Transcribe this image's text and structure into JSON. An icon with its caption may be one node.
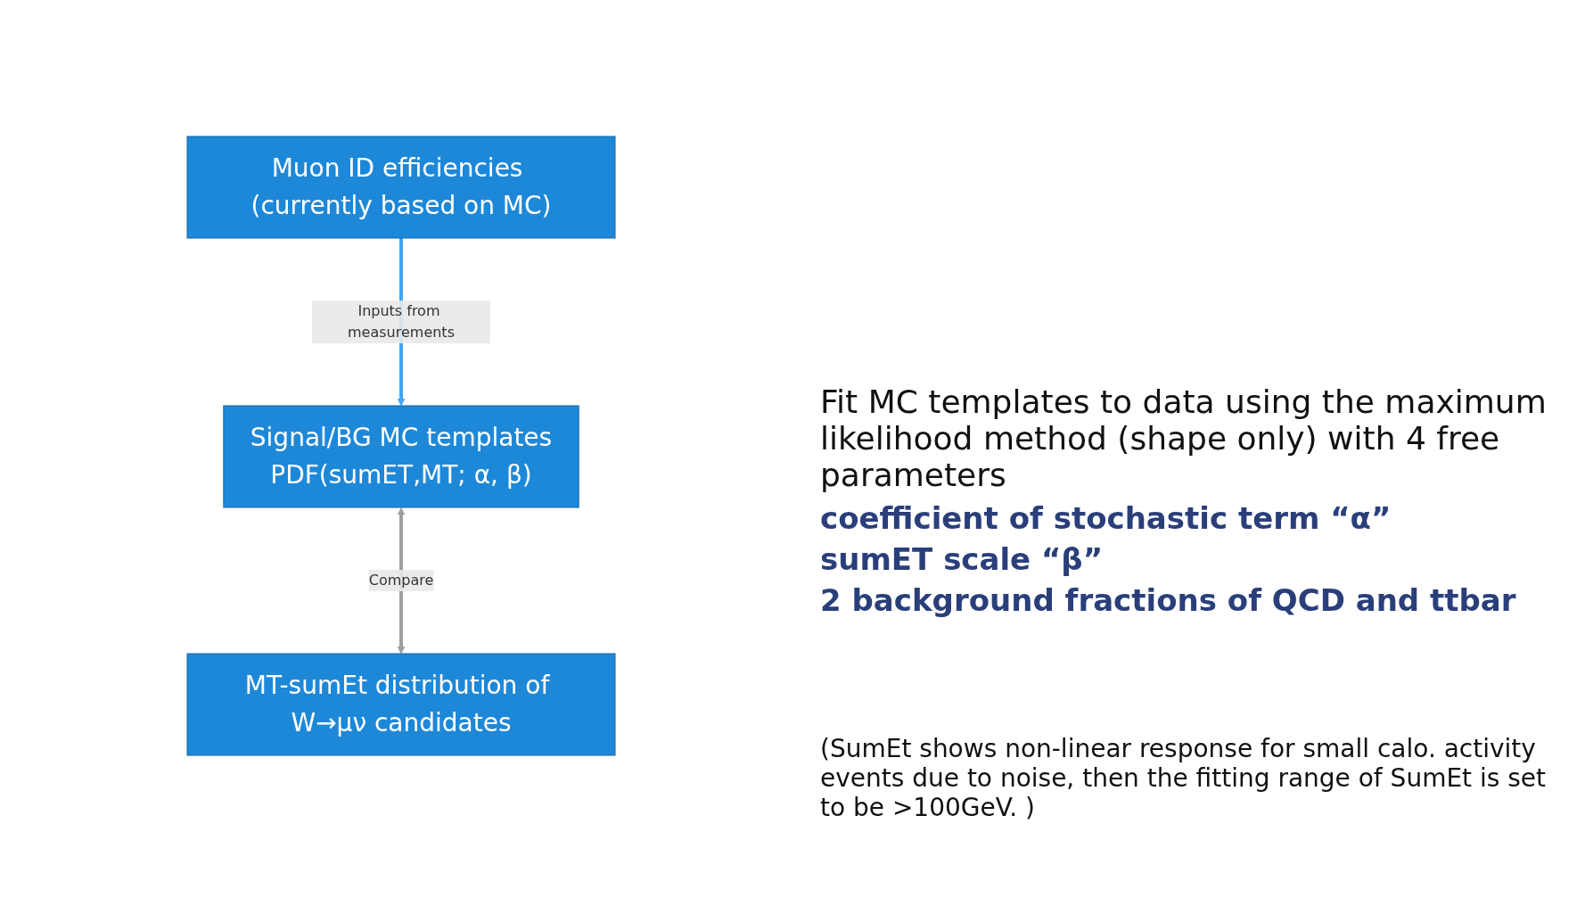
{
  "diagram": {
    "nodes": [
      {
        "text": [
          "Signal/BG MC templates",
          "PDF(sumET,MT; α, β)"
        ]
      },
      {
        "text": [
          "Muon ID efficiencies (currently based on MC)"
        ]
      },
      {
        "text": [
          "MT-sumEt distribution of W→μν candidates"
        ]
      }
    ],
    "edges": [
      {
        "from": 1,
        "to": 0,
        "arrow": "to",
        "label": "Inputs from measurements",
        "color": "#42a5f5"
      },
      {
        "from": 0,
        "to": 2,
        "arrow": "both",
        "label": "Compare",
        "color": "#9e9e9e"
      }
    ],
    "labels": [
      "Fit MC templates to data using the maximum likelihood method (shape only) with 4 free parameters",
      "coefficient of stochastic term “α”",
      "sumET scale “β”",
      "2 background fractions of QCD and ttbar",
      "(SumEt shows non-linear response for small calo. activity events due to noise, then the fitting range of SumEt is set to be >100GeV. )"
    ]
  }
}
